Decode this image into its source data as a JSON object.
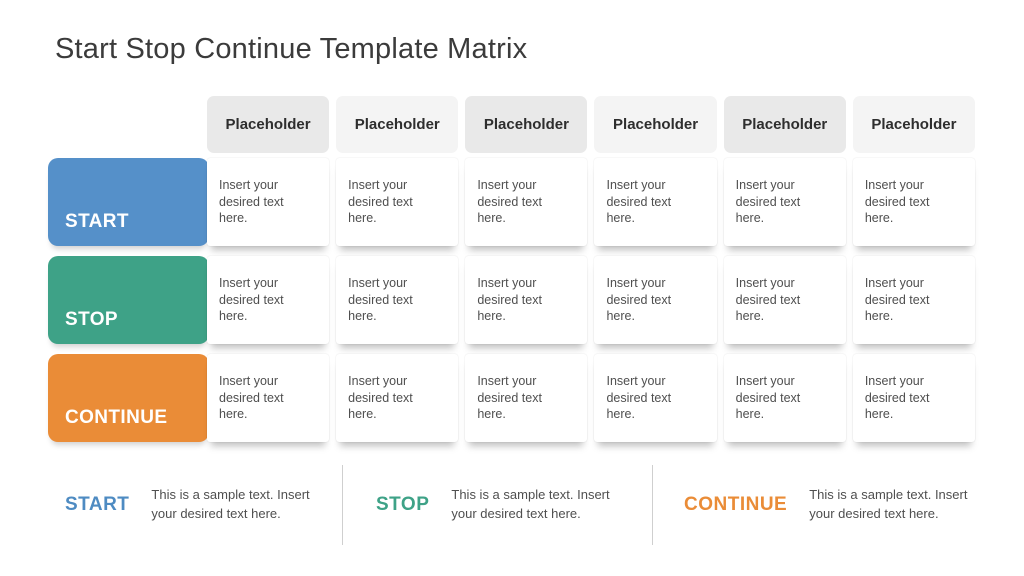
{
  "slide": {
    "title": "Start Stop Continue Template Matrix"
  },
  "matrix": {
    "column_headers": [
      "Placeholder",
      "Placeholder",
      "Placeholder",
      "Placeholder",
      "Placeholder",
      "Placeholder"
    ],
    "rows": [
      {
        "label": "START",
        "color": "#5590C9",
        "cells": [
          "Insert your desired text here.",
          "Insert your desired text here.",
          "Insert your desired text here.",
          "Insert your desired text here.",
          "Insert your desired text here.",
          "Insert your desired text here."
        ]
      },
      {
        "label": "STOP",
        "color": "#3EA287",
        "cells": [
          "Insert your desired text here.",
          "Insert your desired text here.",
          "Insert your desired text here.",
          "Insert your desired text here.",
          "Insert your desired text here.",
          "Insert your desired text here."
        ]
      },
      {
        "label": "CONTINUE",
        "color": "#EA8C37",
        "cells": [
          "Insert your desired text here.",
          "Insert your desired text here.",
          "Insert your desired text here.",
          "Insert your desired text here.",
          "Insert your desired text here.",
          "Insert your desired text here."
        ]
      }
    ]
  },
  "legend": {
    "items": [
      {
        "label": "START",
        "color": "#4E8BC2",
        "text": "This is a sample text. Insert your desired text here."
      },
      {
        "label": "STOP",
        "color": "#3EA287",
        "text": "This is a sample text. Insert your desired text here."
      },
      {
        "label": "CONTINUE",
        "color": "#EA8C37",
        "text": "This is a sample text. Insert your desired text here."
      }
    ]
  },
  "colors": {
    "title_text": "#3B3B3B",
    "header_bg_odd": "#E9E9E9",
    "header_bg_even": "#F4F4F4",
    "header_text": "#2E2E2E",
    "cell_bg": "#FFFFFF",
    "cell_text": "#4F4F4F",
    "divider": "#CFCFCF"
  }
}
